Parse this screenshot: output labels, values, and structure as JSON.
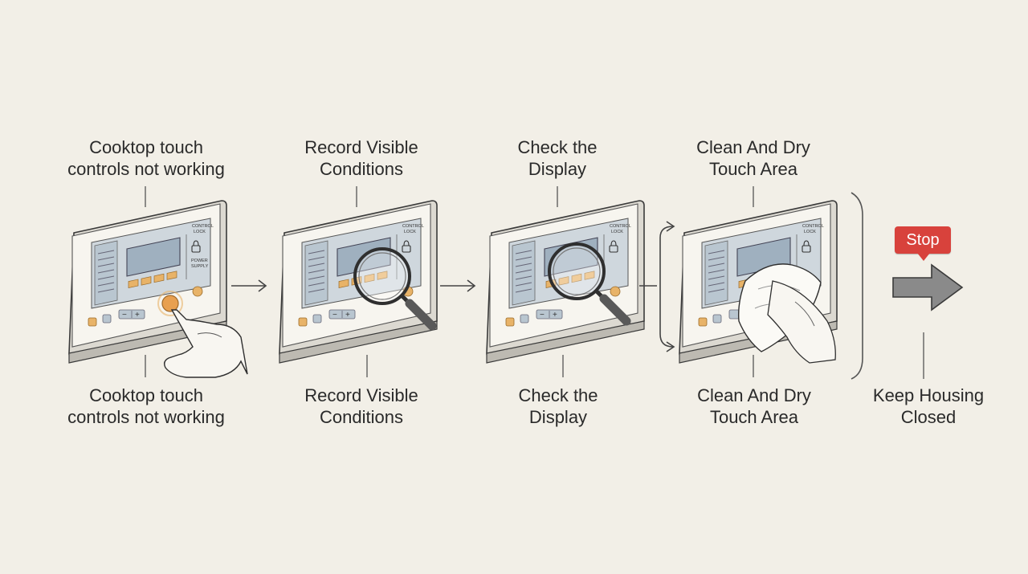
{
  "steps": [
    {
      "top_line1": "Cooktop touch",
      "top_line2": "controls not working",
      "bottom_line1": "Cooktop touch",
      "bottom_line2": "controls not working"
    },
    {
      "top_line1": "Record Visible",
      "top_line2": "Conditions",
      "bottom_line1": "Record Visible",
      "bottom_line2": "Conditions"
    },
    {
      "top_line1": "Check the",
      "top_line2": "Display",
      "bottom_line1": "Check the",
      "bottom_line2": "Display"
    },
    {
      "top_line1": "Clean And Dry",
      "top_line2": "Touch Area",
      "bottom_line1": "Clean And Dry",
      "bottom_line2": "Touch Area"
    }
  ],
  "final": {
    "badge": "Stop",
    "line1": "Keep Housing",
    "line2": "Closed"
  },
  "panel_labels": {
    "control": "CONTROL",
    "lock": "LOCK",
    "power": "POWER",
    "supply": "SUPPLY",
    "minus": "−",
    "plus": "+"
  },
  "colors": {
    "background": "#f2efe7",
    "panel_face": "#f6f4ee",
    "screen_blue": "#b4c4d1",
    "button_orange": "#e8b368",
    "stop_red": "#d8423c",
    "arrow_gray": "#8a8a8a"
  }
}
